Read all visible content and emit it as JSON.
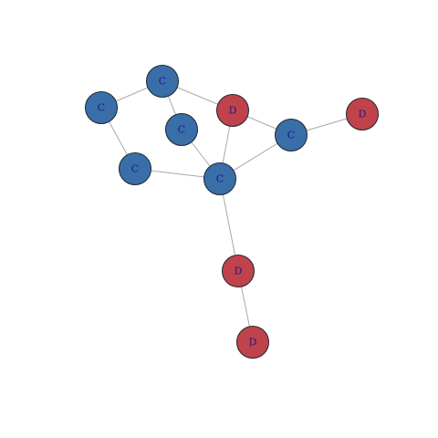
{
  "graph": {
    "colors": {
      "C": "#3a6ea8",
      "D": "#c0434b"
    },
    "nodes": [
      {
        "id": "n1",
        "label": "C"
      },
      {
        "id": "n2",
        "label": "C"
      },
      {
        "id": "n3",
        "label": "C"
      },
      {
        "id": "n4",
        "label": "D"
      },
      {
        "id": "n5",
        "label": "C"
      },
      {
        "id": "n6",
        "label": "D"
      },
      {
        "id": "n7",
        "label": "C"
      },
      {
        "id": "n8",
        "label": "C"
      },
      {
        "id": "n9",
        "label": "D"
      },
      {
        "id": "n10",
        "label": "D"
      }
    ],
    "edges": [
      [
        "n1",
        "n2"
      ],
      [
        "n1",
        "n3"
      ],
      [
        "n1",
        "n4"
      ],
      [
        "n2",
        "n7"
      ],
      [
        "n3",
        "n8"
      ],
      [
        "n4",
        "n5"
      ],
      [
        "n4",
        "n8"
      ],
      [
        "n5",
        "n6"
      ],
      [
        "n5",
        "n8"
      ],
      [
        "n7",
        "n8"
      ],
      [
        "n8",
        "n9"
      ],
      [
        "n9",
        "n10"
      ]
    ]
  }
}
